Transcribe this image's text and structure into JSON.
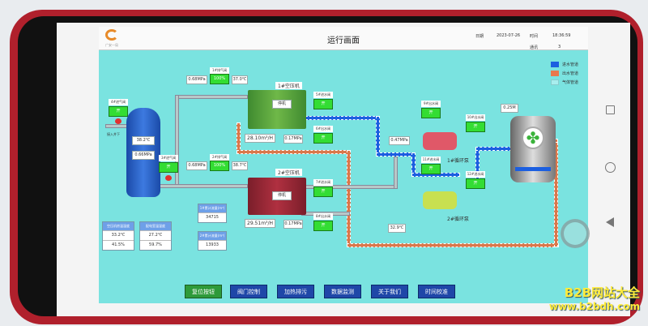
{
  "header": {
    "title": "运行画面",
    "logo_text": "广安一局",
    "date_label": "日期",
    "date": "2023-07-26",
    "time_label": "时间",
    "time": "18:36:59",
    "comm_label": "通讯",
    "comm_value": "3"
  },
  "legend": [
    {
      "label": "进水管道",
      "color": "#1c5fe0"
    },
    {
      "label": "出水管道",
      "color": "#e8784c"
    },
    {
      "label": "气体管道",
      "color": "#a8eeee"
    }
  ],
  "tank": {
    "temp": "38.2℃",
    "pressure": "0.66MPa",
    "inlet_label": "接入井下"
  },
  "air_valves": [
    {
      "label": "4#进气阀",
      "state": "开"
    },
    {
      "label": "3#进气阀",
      "state": "开"
    }
  ],
  "exhaust_rows": [
    {
      "label": "1#排气阀",
      "pressure": "0.68MPa",
      "open": "100%",
      "temp": "37.0℃"
    },
    {
      "label": "2#排气阀",
      "pressure": "0.68MPa",
      "open": "100%",
      "temp": "38.7℃"
    }
  ],
  "compressors": [
    {
      "name": "1#空压机",
      "status": "停机",
      "flow": "28.10m³/H",
      "pressure": "0.17MPa"
    },
    {
      "name": "2#空压机",
      "status": "停机",
      "flow": "29.51m³/H",
      "pressure": "0.17MPa"
    }
  ],
  "water_valves": [
    {
      "label": "5#进水阀",
      "state": "开"
    },
    {
      "label": "6#出水阀",
      "state": "开"
    },
    {
      "label": "7#进水阀",
      "state": "开"
    },
    {
      "label": "8#出水阀",
      "state": "开"
    },
    {
      "label": "9#出水阀",
      "state": "开"
    },
    {
      "label": "10#出水阀",
      "state": "开"
    },
    {
      "label": "11#进水阀",
      "state": "开"
    },
    {
      "label": "12#进水阀",
      "state": "开"
    }
  ],
  "pumps": [
    {
      "name": "1#循环泵"
    },
    {
      "name": "2#循环泵"
    }
  ],
  "readings": {
    "water_pressure": "0.47MPa",
    "water_temp": "32.9℃",
    "tower_level": "0.25M"
  },
  "env": [
    {
      "title": "空压机房温湿度",
      "temp": "33.2℃",
      "humidity": "41.5%"
    },
    {
      "title": "配电室温湿度",
      "temp": "27.2℃",
      "humidity": "59.7%"
    }
  ],
  "totals": [
    {
      "title": "1#累计流量(m³)",
      "value": "34715"
    },
    {
      "title": "2#累计流量(m³)",
      "value": "13933"
    }
  ],
  "buttons": [
    "复位按钮",
    "阀门控制",
    "加热排污",
    "数据监测",
    "关于我们",
    "时间校准"
  ],
  "watermark": {
    "line1": "B2B网站大全",
    "line2": "www.b2bdh.com"
  }
}
